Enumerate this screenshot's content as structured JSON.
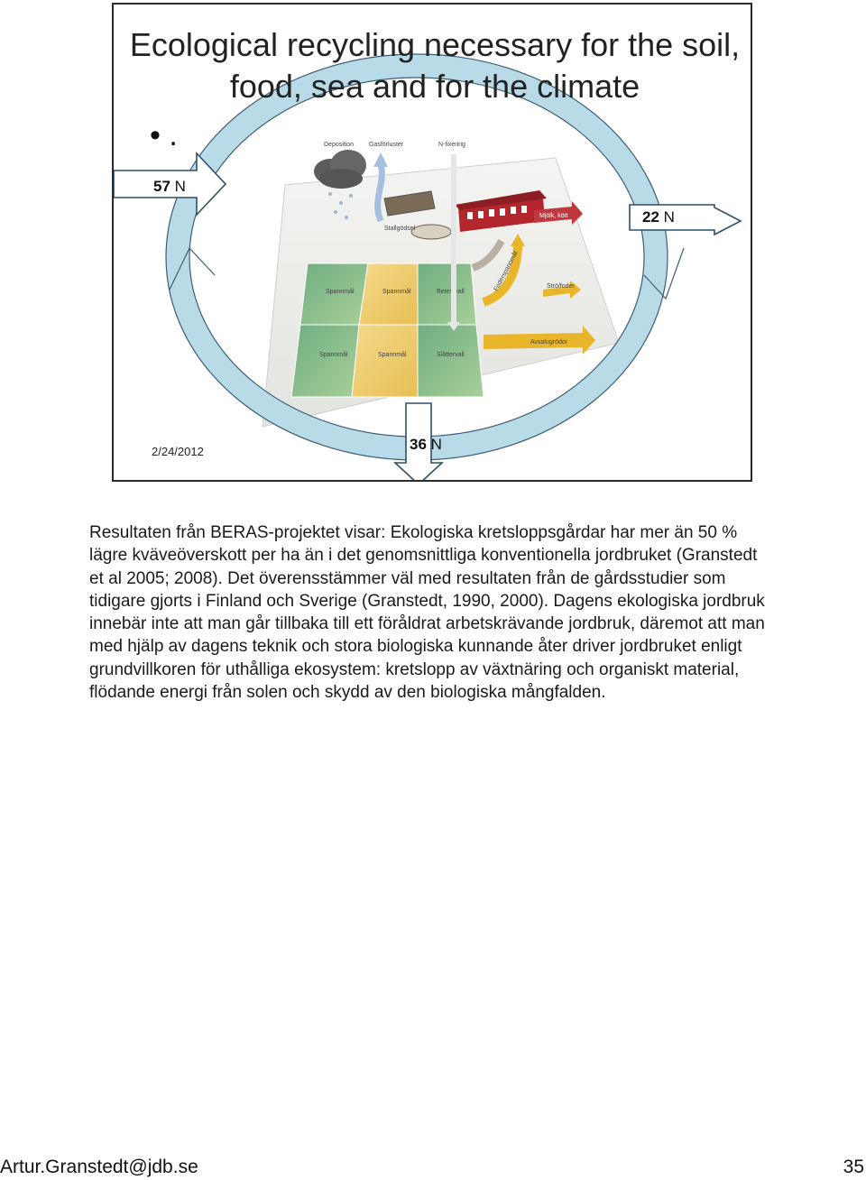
{
  "slide": {
    "title": "Ecological recycling necessary for the soil, food, sea and for the climate",
    "bullet": "• .",
    "date": "2/24/2012",
    "flows": {
      "in_value": "57",
      "out_value": "22",
      "loss_value": "36",
      "unit": "N"
    },
    "diagram_labels": {
      "deposition": "Deposition",
      "gas_losses": "Gasförluster",
      "n_fixation": "N-fixering",
      "manure_store": "Stallgödsel",
      "milk_meat": "Mjölk, kött",
      "feed": "Foderspannmål",
      "straw": "Strö/foder",
      "sale_crops": "Avsalugrödor",
      "field_grain_1": "Spannmål",
      "field_grain_2": "Spannmål",
      "field_pasture": "Betes-vall",
      "field_grain_3": "Spannmål",
      "field_grain_4": "Spannmål",
      "field_ley": "Slåttervall"
    },
    "colors": {
      "cycle_ring": "#b9dbe8",
      "field_green": "#7fb58a",
      "field_yellow": "#f1d27a",
      "barn_red": "#b3262c"
    }
  },
  "body_text": "Resultaten från BERAS-projektet visar: Ekologiska kretsloppsgårdar har mer än 50 % lägre kväveöverskott per ha än i det genomsnittliga konventionella jordbruket (Granstedt et al 2005; 2008). Det överensstämmer väl med resultaten från de gårdsstudier som tidigare gjorts i Finland och Sverige (Granstedt, 1990, 2000). Dagens ekologiska jordbruk innebär inte att man går tillbaka till ett föråldrat arbetskrävande jordbruk, däremot att man med hjälp av dagens teknik och stora biologiska kunnande åter driver jordbruket enligt grundvillkoren för uthålliga ekosystem: kretslopp av växtnäring och organiskt material, flödande energi från solen och skydd av den biologiska mångfalden.",
  "footer": {
    "email": "Artur.Granstedt@jdb.se",
    "page_number": "35"
  }
}
